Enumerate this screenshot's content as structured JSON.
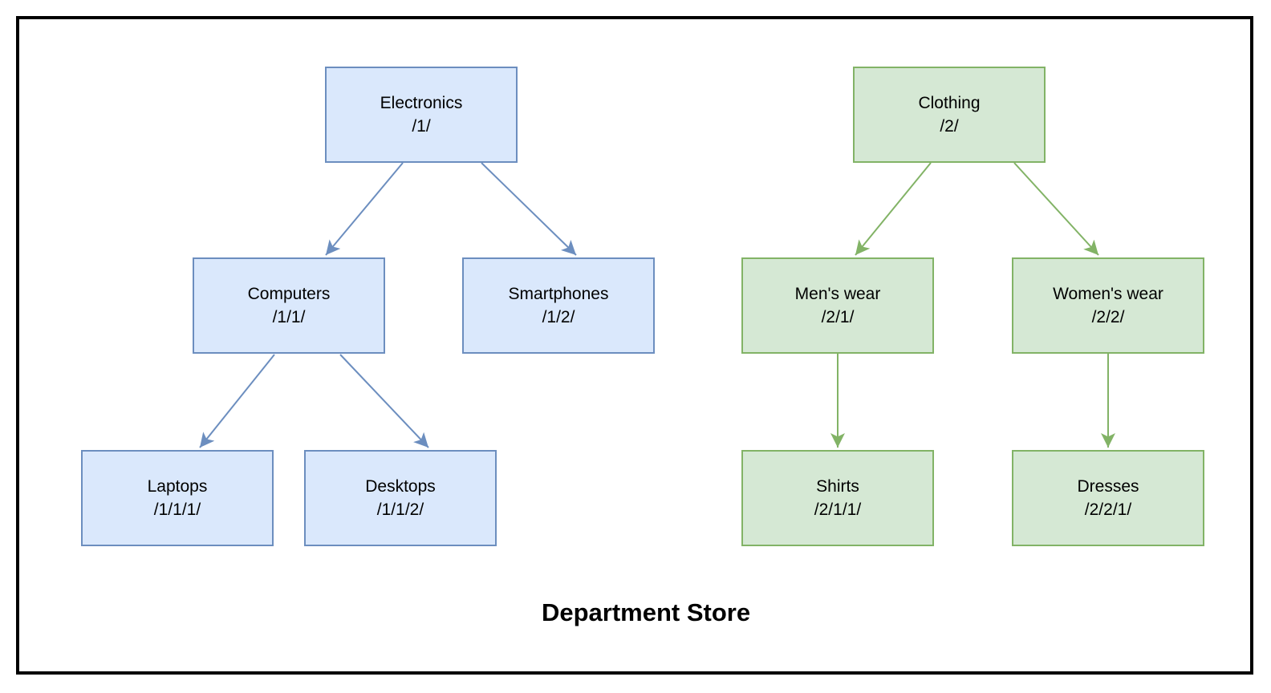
{
  "diagram": {
    "title": "Department Store",
    "colors": {
      "blue_fill": "#dae8fc",
      "blue_stroke": "#6c8ebf",
      "green_fill": "#d5e8d4",
      "green_stroke": "#82b366",
      "frame": "#000000",
      "text": "#000000"
    },
    "nodes": {
      "electronics": {
        "label": "Electronics",
        "path": "/1/"
      },
      "computers": {
        "label": "Computers",
        "path": "/1/1/"
      },
      "smartphones": {
        "label": "Smartphones",
        "path": "/1/2/"
      },
      "laptops": {
        "label": "Laptops",
        "path": "/1/1/1/"
      },
      "desktops": {
        "label": "Desktops",
        "path": "/1/1/2/"
      },
      "clothing": {
        "label": "Clothing",
        "path": "/2/"
      },
      "mens_wear": {
        "label": "Men's wear",
        "path": "/2/1/"
      },
      "womens_wear": {
        "label": "Women's wear",
        "path": "/2/2/"
      },
      "shirts": {
        "label": "Shirts",
        "path": "/2/1/1/"
      },
      "dresses": {
        "label": "Dresses",
        "path": "/2/2/1/"
      }
    },
    "edges": [
      {
        "from": "electronics",
        "to": "computers"
      },
      {
        "from": "electronics",
        "to": "smartphones"
      },
      {
        "from": "computers",
        "to": "laptops"
      },
      {
        "from": "computers",
        "to": "desktops"
      },
      {
        "from": "clothing",
        "to": "mens_wear"
      },
      {
        "from": "clothing",
        "to": "womens_wear"
      },
      {
        "from": "mens_wear",
        "to": "shirts"
      },
      {
        "from": "womens_wear",
        "to": "dresses"
      }
    ]
  }
}
